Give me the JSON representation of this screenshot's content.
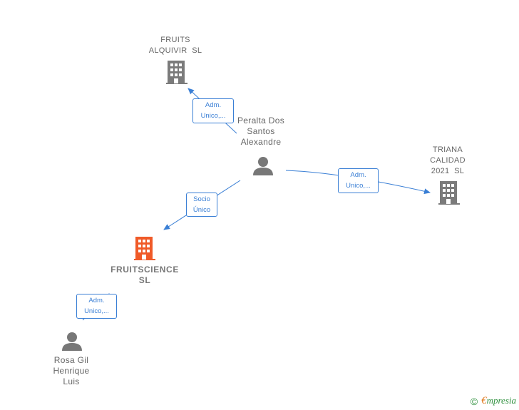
{
  "colors": {
    "edge": "#3a7fd5",
    "company_icon": "#7b7b7b",
    "main_company_icon": "#f05a28",
    "person_icon": "#777777",
    "brand_green": "#2d8f3c",
    "brand_orange": "#e07a1f"
  },
  "nodes": {
    "fruits_alquivir": {
      "lines": [
        "FRUITS",
        "ALQUIVIR  SL"
      ],
      "icon": "building-icon"
    },
    "peralta": {
      "lines": [
        "Peralta Dos",
        "Santos",
        "Alexandre"
      ],
      "icon": "person-icon"
    },
    "triana": {
      "lines": [
        "TRIANA",
        "CALIDAD",
        "2021  SL"
      ],
      "icon": "building-icon"
    },
    "fruitscience": {
      "lines": [
        "FRUITSCIENCE",
        "SL"
      ],
      "icon": "building-icon"
    },
    "rosa": {
      "lines": [
        "Rosa Gil",
        "Henrique",
        "Luis"
      ],
      "icon": "person-icon"
    }
  },
  "edges": {
    "peralta_fruits": {
      "lines": [
        "Adm.",
        "Unico,..."
      ]
    },
    "peralta_triana": {
      "lines": [
        "Adm.",
        "Unico,..."
      ]
    },
    "peralta_fruitscience": {
      "lines": [
        "Socio",
        "Único"
      ]
    },
    "rosa_fruitscience": {
      "lines": [
        "Adm.",
        "Unico,..."
      ]
    }
  },
  "footer": {
    "copyright": "©",
    "brand_initial": "€",
    "brand_rest": "mpresia"
  }
}
